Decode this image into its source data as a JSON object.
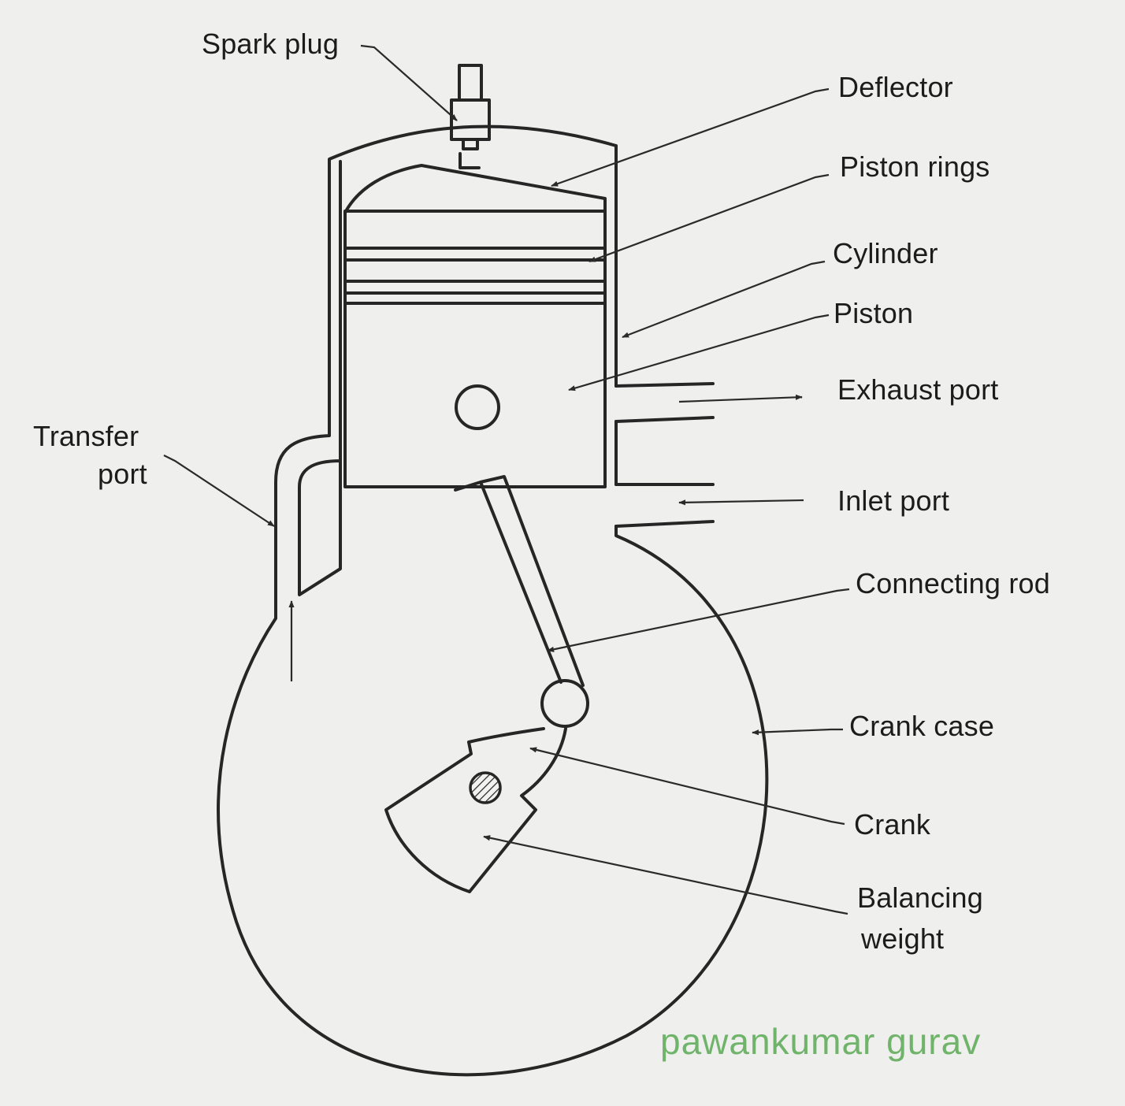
{
  "labels": {
    "spark_plug": "Spark plug",
    "deflector": "Deflector",
    "piston_rings": "Piston rings",
    "cylinder": "Cylinder",
    "piston": "Piston",
    "exhaust_port": "Exhaust port",
    "transfer_port_1": "Transfer",
    "transfer_port_2": "port",
    "inlet_port": "Inlet port",
    "connecting_rod": "Connecting rod",
    "crank_case": "Crank case",
    "crank": "Crank",
    "balancing_weight_1": "Balancing",
    "balancing_weight_2": "weight"
  },
  "watermark": "pawankumar gurav",
  "colors": {
    "ink": "#262626",
    "paper": "#efefed",
    "watermark": "#6fb46a"
  }
}
